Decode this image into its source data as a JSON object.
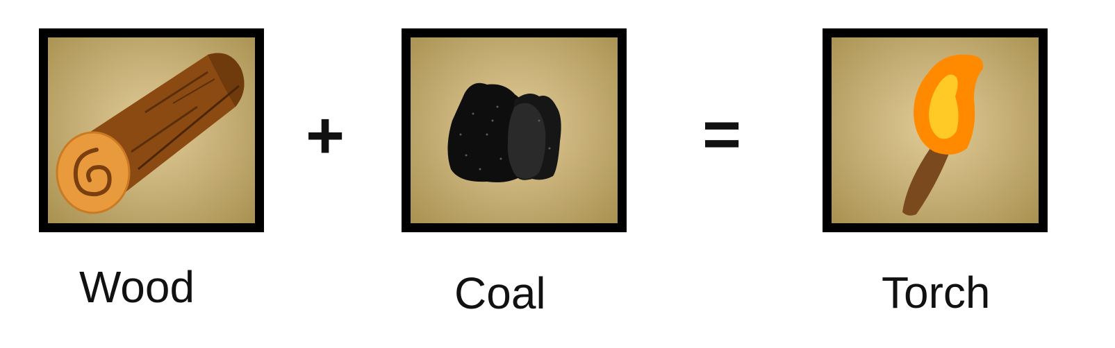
{
  "recipe": {
    "ingredients": [
      {
        "label": "Wood",
        "icon": "wood-log-icon"
      },
      {
        "label": "Coal",
        "icon": "coal-lump-icon"
      }
    ],
    "operators": {
      "plus": "+",
      "equals": "="
    },
    "result": {
      "label": "Torch",
      "icon": "torch-icon"
    }
  },
  "colors": {
    "slot_border": "#000000",
    "slot_background": "#c9b27a",
    "wood_bark": "#8b4a12",
    "wood_end": "#e89a3c",
    "coal": "#111111",
    "flame_outer": "#ff8a00",
    "flame_inner": "#ffc926",
    "torch_handle": "#7a4a1e"
  }
}
